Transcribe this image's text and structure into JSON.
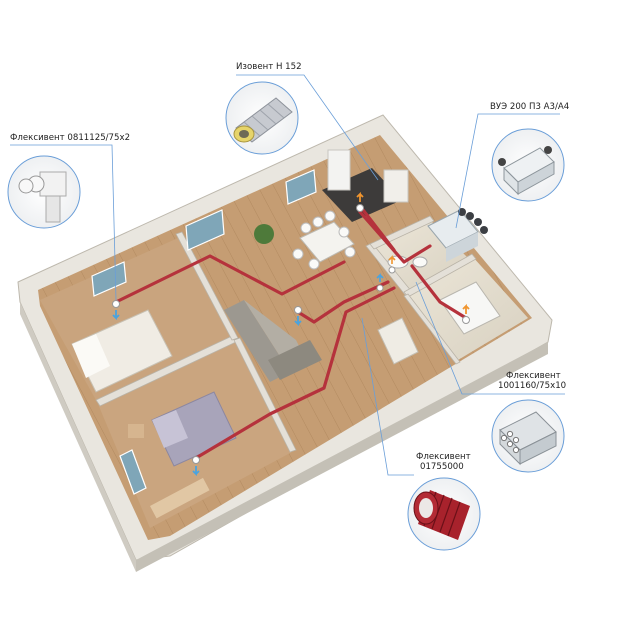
{
  "callouts": {
    "izovent": {
      "label": "Изовент Н 152",
      "icon": "insulated-duct-icon"
    },
    "vue": {
      "label": "ВУЭ 200 П3 А3/А4",
      "icon": "recuperator-unit-icon"
    },
    "flex0811": {
      "label": "Флексивент 0811125/75х2",
      "icon": "distribution-box-icon"
    },
    "flex1001": {
      "label_line1": "Флексивент",
      "label_line2": "1001160/75х10",
      "icon": "manifold-box-icon"
    },
    "flex0175": {
      "label_line1": "Флексивент",
      "label_line2": "01755000",
      "icon": "red-flexible-duct-icon"
    }
  },
  "colors": {
    "duct": "#b5323c",
    "supply_arrow": "#4aa3df",
    "extract_arrow": "#f0952e",
    "leader_line": "#6a9ed8",
    "wall_top": "#e9e6df",
    "wall_side": "#cfcbc2"
  }
}
